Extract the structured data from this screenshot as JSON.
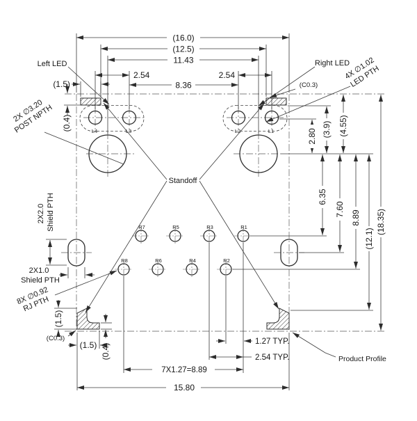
{
  "dims": {
    "overall_width": "(16.0)",
    "led_rect_span": "(12.5)",
    "post_span": "11.43",
    "led_pitch_left": "2.54",
    "led_pitch_right": "2.54",
    "led_span": "8.36",
    "tab_width_top": "(1.5)",
    "tab_offset_top": "(0.4)",
    "led_to_post": "2.80",
    "tab_to_post": "(3.9)",
    "edge_to_post": "(4.55)",
    "post_to_rj1": "6.35",
    "post_to_shield": "7.60",
    "post_to_rj2": "8.89",
    "post_to_standoff": "(12.1)",
    "overall_height": "(18.35)",
    "rj_half_pitch": "1.27 TYP.",
    "rj_pitch": "2.54 TYP.",
    "rj_span": "7X1.27=8.89",
    "bottom_width": "15.80",
    "boot_height": "(1.5)",
    "boot_width": "(1.5)",
    "boot_foot_height": "(0.4)"
  },
  "labels": {
    "left_led": "Left LED",
    "right_led": "Right LED",
    "chamfer_top": "(C0.3)",
    "chamfer_bottom": "(C0.3)",
    "led_pth_line1": "4X ∅1.02",
    "led_pth_line2": "LED PTH",
    "post_line1": "2X ∅3.20",
    "post_line2": "POST NPTH",
    "standoff": "Standoff",
    "shield20_line1": "2X2.0",
    "shield20_line2": "Shield PTH",
    "shield10_line1": "2X1.0",
    "shield10_line2": "Shield PTH",
    "rj_line1": "8X ∅0.92",
    "rj_line2": "RJ PTH",
    "product_profile": "Product Profile"
  },
  "holes": {
    "led": [
      "L4",
      "L3",
      "L2",
      "L1"
    ],
    "rj_top": [
      "R7",
      "R5",
      "R3",
      "R1"
    ],
    "rj_bottom": [
      "R8",
      "R6",
      "R4",
      "R2"
    ]
  }
}
